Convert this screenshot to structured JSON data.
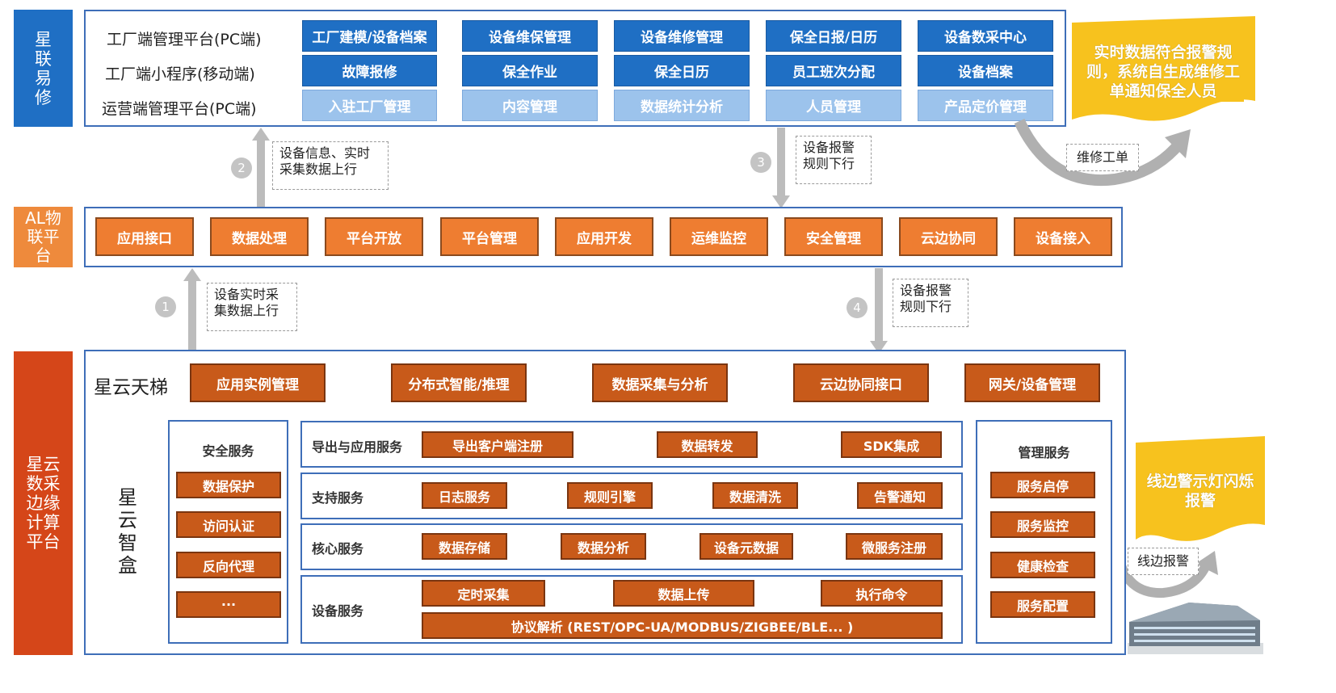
{
  "sections": {
    "top": "星联易修",
    "middle": "AL物联平台",
    "bottom": "星云数采边缘计算平台"
  },
  "top_panel": {
    "row_labels": [
      "工厂端管理平台(PC端)",
      "工厂端小程序(移动端)",
      "运营端管理平台(PC端)"
    ],
    "row1": [
      "工厂建模/设备档案",
      "设备维保管理",
      "设备维修管理",
      "保全日报/日历",
      "设备数采中心"
    ],
    "row2": [
      "故障报修",
      "保全作业",
      "保全日历",
      "员工班次分配",
      "设备档案"
    ],
    "row3": [
      "入驻工厂管理",
      "内容管理",
      "数据统计分析",
      "人员管理",
      "产品定价管理"
    ]
  },
  "flows": {
    "step1": {
      "num": "1",
      "text": "设备实时采集数据上行"
    },
    "step2": {
      "num": "2",
      "text": "设备信息、实时采集数据上行"
    },
    "step3": {
      "num": "3",
      "text": "设备报警规则下行"
    },
    "step4": {
      "num": "4",
      "text": "设备报警规则下行"
    }
  },
  "middle_panel": {
    "items": [
      "应用接口",
      "数据处理",
      "平台开放",
      "平台管理",
      "应用开发",
      "运维监控",
      "安全管理",
      "云边协同",
      "设备接入"
    ]
  },
  "bottom_panel": {
    "ladder_title": "星云天梯",
    "ladder_items": [
      "应用实例管理",
      "分布式智能/推理",
      "数据采集与分析",
      "云边协同接口",
      "网关/设备管理"
    ],
    "box_title": "星云智盒",
    "security": {
      "title": "安全服务",
      "items": [
        "数据保护",
        "访问认证",
        "反向代理",
        "···"
      ]
    },
    "export": {
      "title": "导出与应用服务",
      "items": [
        "导出客户端注册",
        "数据转发",
        "SDK集成"
      ]
    },
    "support": {
      "title": "支持服务",
      "items": [
        "日志服务",
        "规则引擎",
        "数据清洗",
        "告警通知"
      ]
    },
    "core": {
      "title": "核心服务",
      "items": [
        "数据存储",
        "数据分析",
        "设备元数据",
        "微服务注册"
      ]
    },
    "device": {
      "title": "设备服务",
      "items": [
        "定时采集",
        "数据上传",
        "执行命令"
      ],
      "protocol": "协议解析 (REST/OPC-UA/MODBUS/ZIGBEE/BLE... )"
    },
    "management": {
      "title": "管理服务",
      "items": [
        "服务启停",
        "服务监控",
        "健康检查",
        "服务配置"
      ]
    }
  },
  "callouts": {
    "alarm_rule": "实时数据符合报警规则，系统自生成维修工单通知保全人员",
    "work_order": "维修工单",
    "line_light": "线边警示灯闪烁报警",
    "line_alarm": "线边报警"
  },
  "colors": {
    "blue": "#1f6fc4",
    "light_blue": "#9cc3ec",
    "orange": "#ee7d31",
    "rust": "#c85a1a",
    "red": "#d54619",
    "yellow": "#f7c21e",
    "border": "#3e6eb8"
  }
}
